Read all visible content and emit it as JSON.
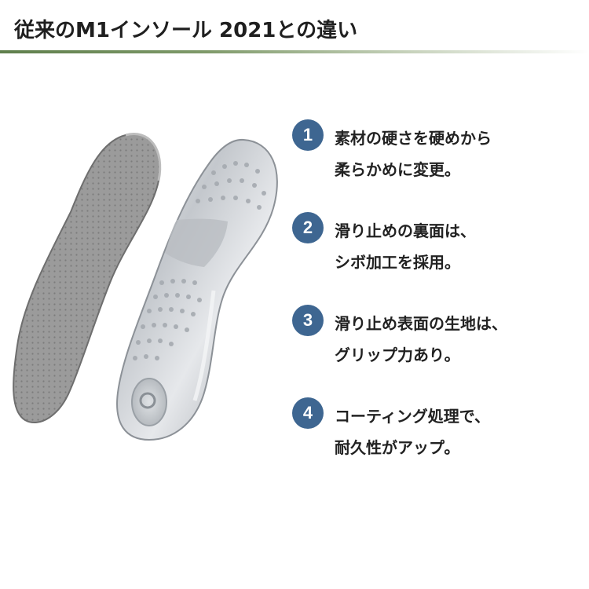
{
  "header": {
    "title": "従来のM1インソール 2021との違い"
  },
  "image": {
    "icon": "insole-pair-illustration",
    "colors": {
      "gray_insole": "#9a9a9a",
      "silver_insole": "#c9ccd0",
      "accent_rule": "#5f7f4c"
    }
  },
  "features": [
    {
      "number": "1",
      "lines": [
        "素材の硬さを硬めから",
        "柔らかめに変更。"
      ]
    },
    {
      "number": "2",
      "lines": [
        "滑り止めの裏面は、",
        "シボ加工を採用。"
      ]
    },
    {
      "number": "3",
      "lines": [
        "滑り止め表面の生地は、",
        "グリップ力あり。"
      ]
    },
    {
      "number": "4",
      "lines": [
        "コーティング処理で、",
        "耐久性がアップ。"
      ]
    }
  ],
  "badge_color": "#3e6691"
}
